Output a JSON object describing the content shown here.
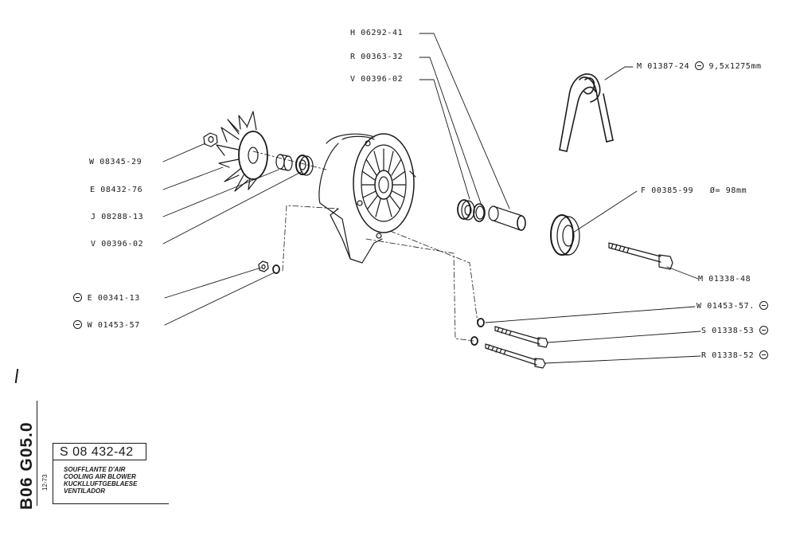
{
  "sheet": {
    "code": "B06 G05.0",
    "date": "12-73",
    "part_number": "S 08 432-42",
    "title_lines": [
      "SOUFFLANTE D'AIR",
      "COOLING AIR BLOWER",
      "KUCKLLUFTGEBLAESE",
      "VENTILADOR"
    ]
  },
  "callouts": {
    "w08345": "W 08345-29",
    "e08432": "E 08432-76",
    "j08288": "J 08288-13",
    "v00396_left": "V 00396-02",
    "e00341": "E 00341-13",
    "w01453_left": "W 01453-57",
    "h06292": "H 06292-41",
    "r00363": "R 00363-32",
    "v00396_top": "V 00396-02",
    "m01387": "M 01387-24",
    "m01387_spec": "9,5x1275mm",
    "f00385": "F 00385-99",
    "f00385_spec": "Ø= 98mm",
    "m01338": "M 01338-48",
    "w01453_right": "W 01453-57.",
    "s01338": "S 01338-53",
    "r01338": "R 01338-52"
  }
}
